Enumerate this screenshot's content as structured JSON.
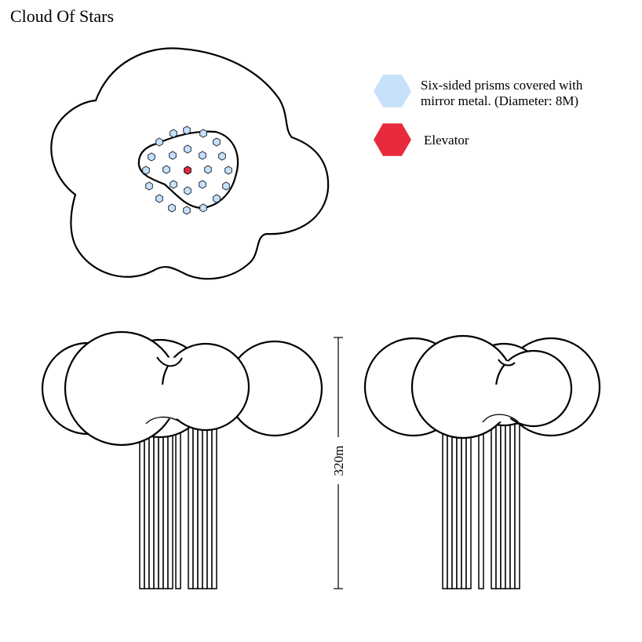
{
  "title": "Cloud Of Stars",
  "legend": {
    "prism": {
      "line1": "Six-sided prisms covered with",
      "line2": "mirror metal. (Diameter: 8M)",
      "color": "#c7e1fb"
    },
    "elevator": {
      "label": "Elevator",
      "color": "#e82a3d"
    }
  },
  "dimension": {
    "label": "320m"
  },
  "colors": {
    "stroke": "#000000",
    "background": "#ffffff"
  }
}
